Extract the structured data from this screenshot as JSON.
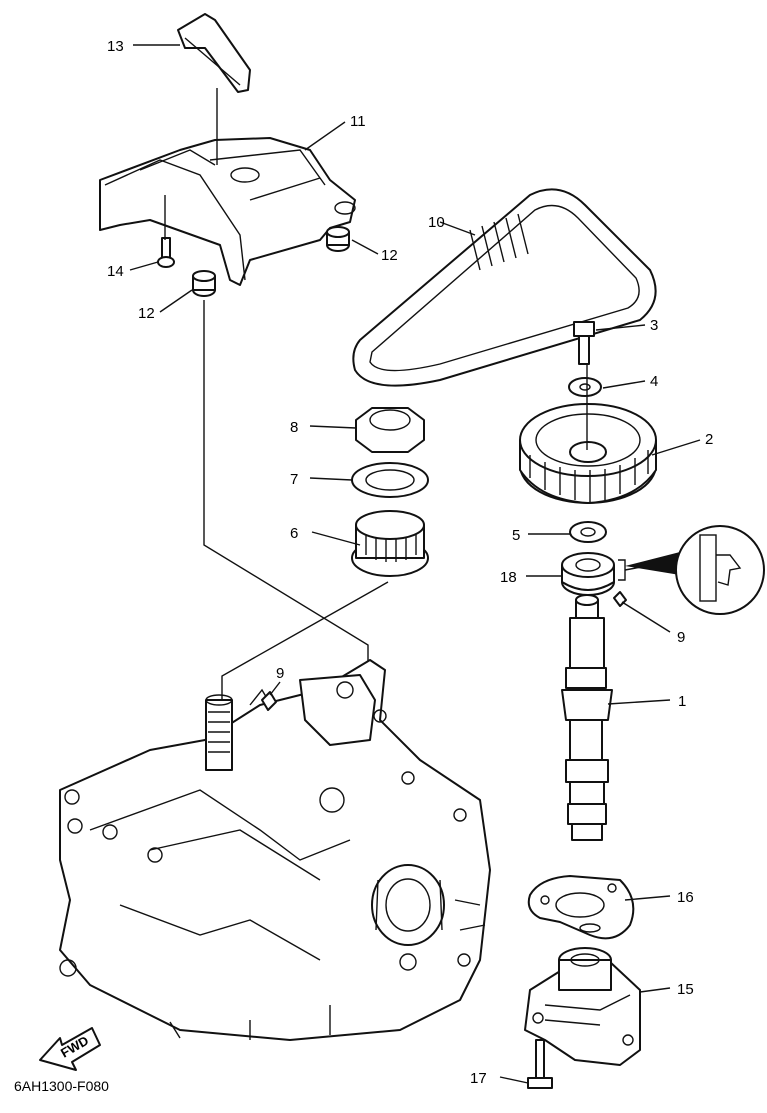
{
  "diagram": {
    "code": "6AH1300-F080",
    "fwd_label": "FWD",
    "callouts": {
      "c1": "1",
      "c2": "2",
      "c3": "3",
      "c4": "4",
      "c5": "5",
      "c6": "6",
      "c7": "7",
      "c8": "8",
      "c9a": "9",
      "c9b": "9",
      "c10": "10",
      "c11": "11",
      "c12a": "12",
      "c12b": "12",
      "c13": "13",
      "c14": "14",
      "c15": "15",
      "c16": "16",
      "c17": "17",
      "c18": "18"
    }
  }
}
